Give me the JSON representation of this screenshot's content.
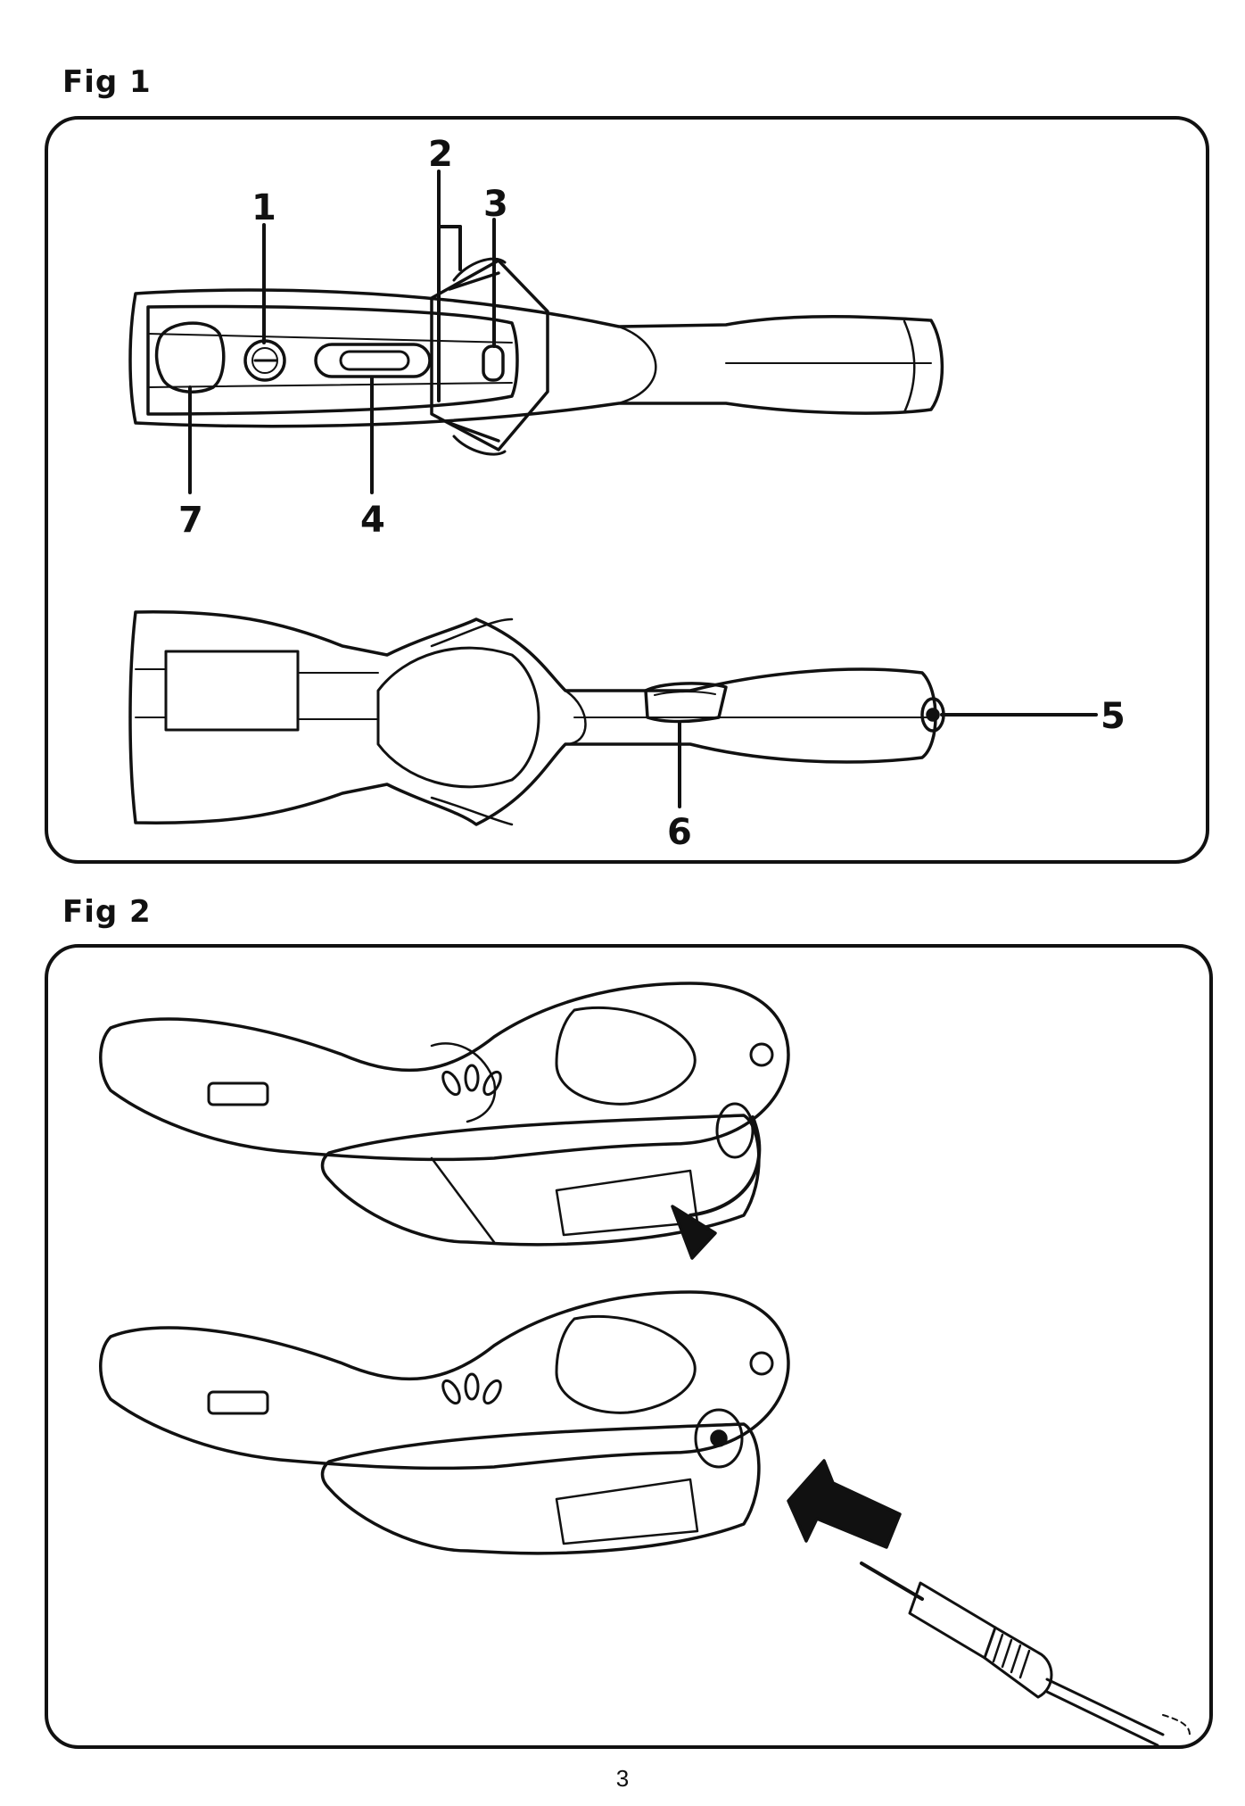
{
  "figures": [
    {
      "title": "Fig 1",
      "callouts": [
        "1",
        "2",
        "3",
        "4",
        "5",
        "6",
        "7"
      ]
    },
    {
      "title": "Fig 2"
    }
  ],
  "page_number": "3",
  "colors": {
    "ink": "#111111",
    "background": "#ffffff"
  }
}
